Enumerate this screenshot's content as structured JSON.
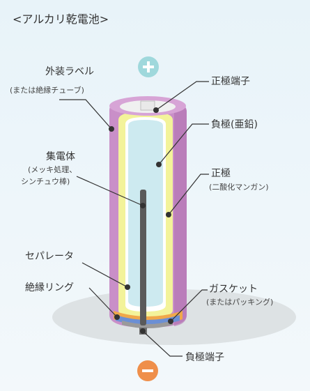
{
  "title": "<アルカリ乾電池>",
  "terminals": {
    "positive_symbol": "+",
    "negative_symbol": "−"
  },
  "labels": {
    "outer_label": {
      "main": "外装ラベル",
      "sub": "(または絶縁チューブ)"
    },
    "current_collector": {
      "main": "集電体",
      "sub1": "(メッキ処理、",
      "sub2": "シンチュウ棒)"
    },
    "separator": {
      "main": "セパレータ"
    },
    "insulating_ring": {
      "main": "絶縁リング"
    },
    "positive_terminal": {
      "main": "正極端子"
    },
    "negative_electrode": {
      "main": "負極",
      "sub": "(亜鉛)"
    },
    "positive_electrode": {
      "main": "正極",
      "sub": "(二酸化マンガン)"
    },
    "gasket": {
      "main": "ガスケット",
      "sub": "(またはパッキング)"
    },
    "negative_terminal": {
      "main": "負極端子"
    }
  },
  "colors": {
    "casing": "#c98fc8",
    "casing_dark": "#b071b0",
    "cathode": "#f3f39a",
    "anode": "#cdeaf0",
    "rod": "#5a5a5a",
    "positive_circle": "#9fd8dc",
    "negative_circle": "#ef8f4a",
    "leader": "#333333"
  }
}
